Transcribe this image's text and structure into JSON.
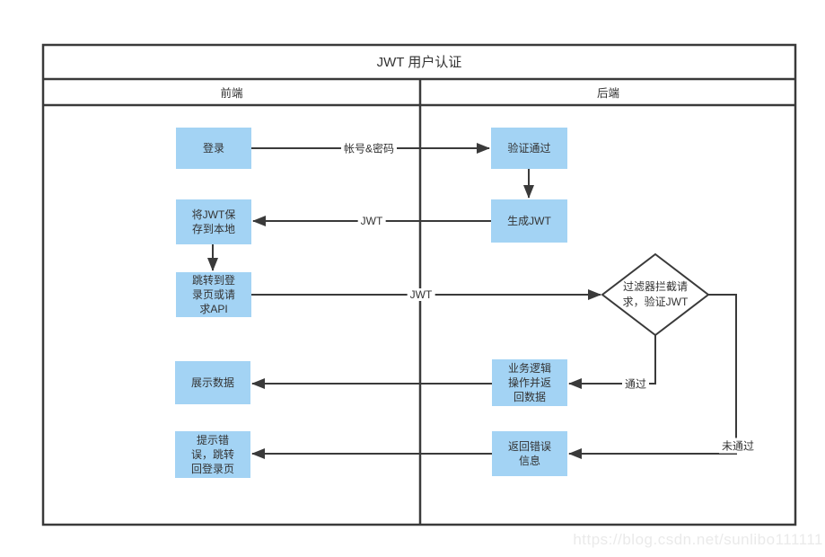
{
  "title": "JWT 用户认证",
  "lanes": {
    "left": "前端",
    "right": "后端"
  },
  "nodes": {
    "login": {
      "label": "登录"
    },
    "verify_pass": {
      "label": "验证通过"
    },
    "save_jwt": {
      "label": "将JWT保\n存到本地"
    },
    "generate_jwt": {
      "label": "生成JWT"
    },
    "redirect_or_request": {
      "label": "跳转到登\n录页或请\n求API"
    },
    "filter_verify": {
      "label": "过滤器拦截请\n求，验证JWT"
    },
    "show_data": {
      "label": "展示数据"
    },
    "business_logic": {
      "label": "业务逻辑\n操作并返\n回数据"
    },
    "show_error": {
      "label": "提示错\n误，跳转\n回登录页"
    },
    "return_error": {
      "label": "返回错误\n信息"
    }
  },
  "edges": {
    "login_to_verify": {
      "label": "帐号&密码"
    },
    "generate_to_save": {
      "label": "JWT"
    },
    "redirect_to_filter": {
      "label": "JWT"
    },
    "filter_pass": {
      "label": "通过"
    },
    "filter_fail": {
      "label": "未通过"
    }
  },
  "watermark": "https://blog.csdn.net/sunlibo111111",
  "colors": {
    "node_fill": "#A3D3F4",
    "line": "#3A3A3A",
    "text": "#333333",
    "watermark": "#EAEAEA"
  }
}
